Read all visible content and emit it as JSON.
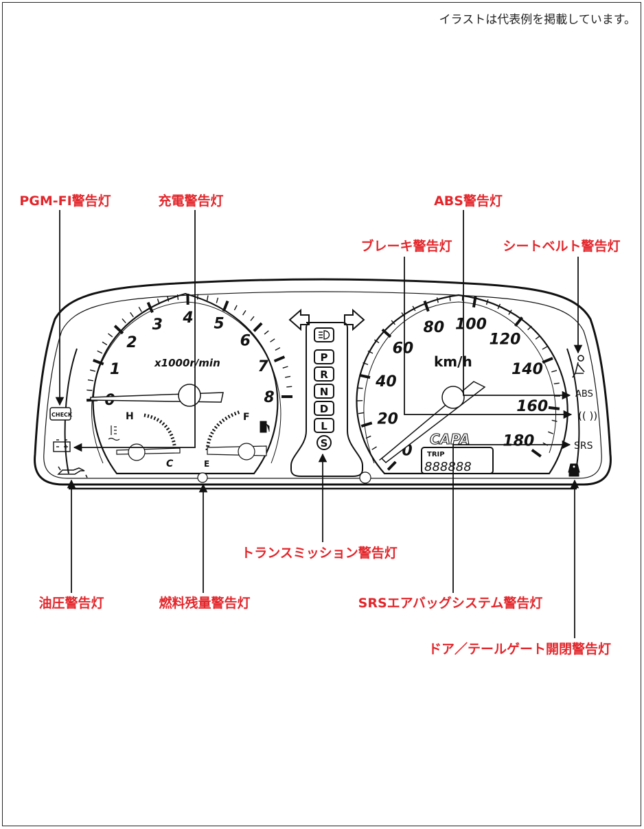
{
  "note": "イラストは代表例を掲載しています。",
  "labels": {
    "pgm_fi": "PGM-FI警告灯",
    "charge": "充電警告灯",
    "abs": "ABS警告灯",
    "brake": "ブレーキ警告灯",
    "seatbelt": "シートベルト警告灯",
    "transmission": "トランスミッション警告灯",
    "oil": "油圧警告灯",
    "fuel": "燃料残量警告灯",
    "srs": "SRSエアバッグシステム警告灯",
    "door": "ドア／テールゲート開閉警告灯"
  },
  "tach": {
    "numbers": [
      "0",
      "1",
      "2",
      "3",
      "4",
      "5",
      "6",
      "7",
      "8"
    ],
    "unit": "x1000r/min"
  },
  "speedo": {
    "numbers": [
      "0",
      "20",
      "40",
      "60",
      "80",
      "100",
      "120",
      "140",
      "160",
      "180"
    ],
    "unit": "km/h"
  },
  "gauges": {
    "temp_hot": "H",
    "temp_cold": "C",
    "fuel_full": "F",
    "fuel_empty": "E"
  },
  "shift": [
    "P",
    "R",
    "N",
    "D",
    "L",
    "S"
  ],
  "indicators": {
    "check": "CHECK",
    "abs": "ABS",
    "brake": "(( ))",
    "srs": "SRS"
  },
  "odometer": {
    "brand": "CAPA",
    "trip_label": "TRIP",
    "digits": "888888"
  },
  "colors": {
    "label": "#e3262b",
    "line": "#111111"
  }
}
